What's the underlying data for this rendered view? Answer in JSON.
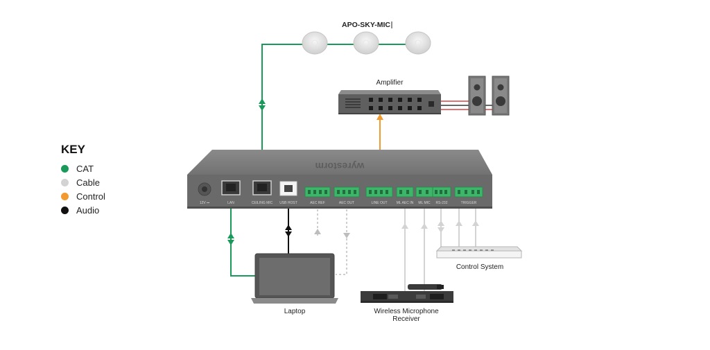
{
  "key": {
    "title": "KEY",
    "items": [
      {
        "label": "CAT",
        "color": "#1a9a5a"
      },
      {
        "label": "Cable",
        "color": "#d3d3d3"
      },
      {
        "label": "Control",
        "color": "#f29a2e"
      },
      {
        "label": "Audio",
        "color": "#111111"
      }
    ]
  },
  "devices": {
    "mics_label": "APO-SKY-MIC",
    "amplifier_label": "Amplifier",
    "laptop_label": "Laptop",
    "control_system_label": "Control System",
    "wireless_receiver_label_line1": "Wireless Microphone",
    "wireless_receiver_label_line2": "Receiver"
  },
  "main_unit": {
    "brand": "wyrestorm",
    "ports": {
      "power": "12V ⎓",
      "lan": "LAN",
      "ceiling_mic": "CEILING MIC",
      "usb": "USB HOST",
      "mic_ref": "AEC REF",
      "aec_out": "AEC OUT",
      "line_out": "LINE OUT",
      "mic_aec_in": "ML AEC IN",
      "mic_in": "ML MIC",
      "rs232": "RS-232",
      "trigger": "TRIGGER"
    }
  },
  "colors": {
    "cat": "#1a9a5a",
    "cable": "#d3d3d3",
    "control": "#f29a2e",
    "audio": "#111111",
    "device_gray": "#6e6e6e",
    "device_dark": "#3a3a3a"
  }
}
